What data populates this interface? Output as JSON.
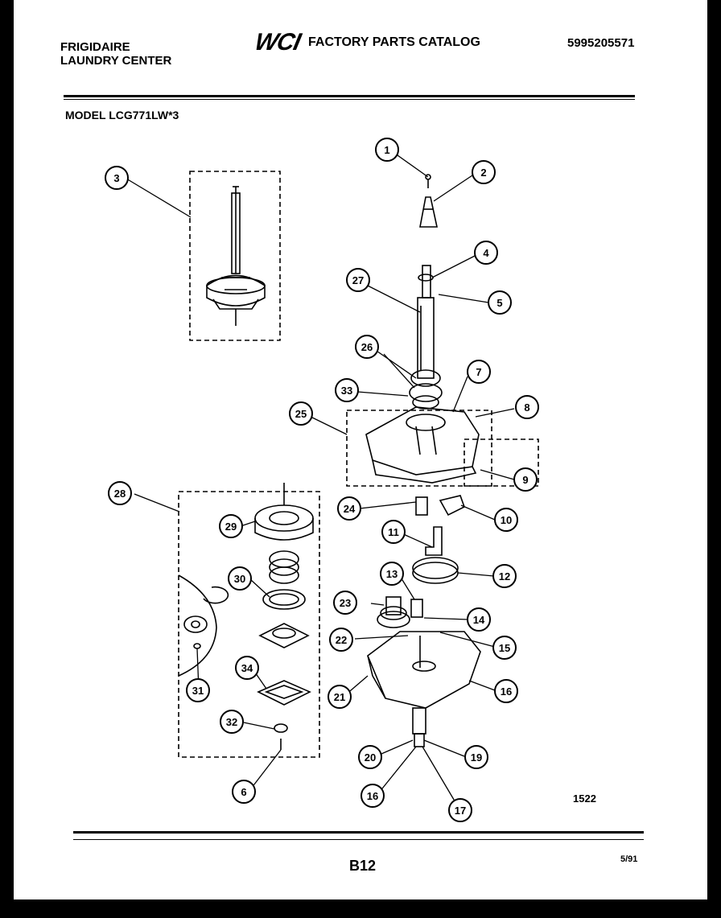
{
  "header": {
    "brand_line1": "FRIGIDAIRE",
    "brand_line2": "LAUNDRY CENTER",
    "logo_text": "WCI",
    "catalog_title": "FACTORY PARTS CATALOG",
    "catalog_number": "5995205571",
    "model": "MODEL LCG771LW*3"
  },
  "footer": {
    "figure_number": "1522",
    "page_number": "B12",
    "date": "5/91"
  },
  "callouts": [
    "1",
    "2",
    "3",
    "4",
    "5",
    "6",
    "7",
    "8",
    "9",
    "10",
    "11",
    "12",
    "13",
    "14",
    "15",
    "16",
    "16",
    "17",
    "19",
    "20",
    "21",
    "22",
    "23",
    "24",
    "25",
    "26",
    "27",
    "28",
    "29",
    "30",
    "31",
    "32",
    "33",
    "34"
  ]
}
